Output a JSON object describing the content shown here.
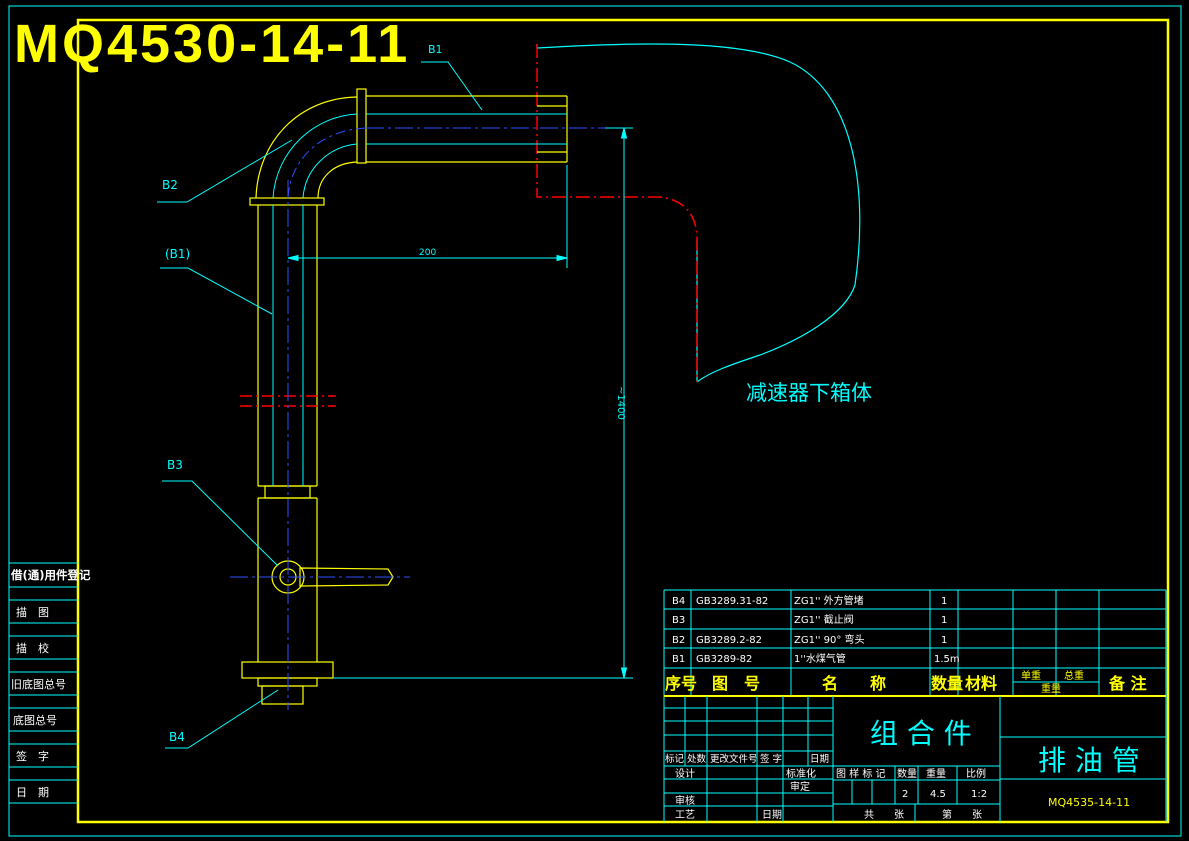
{
  "title_top": "MQ4530-14-11",
  "callouts": {
    "b1_top": "B1",
    "b2": "B2",
    "b1_paren": "(B1)",
    "b3": "B3",
    "b4": "B4"
  },
  "dimensions": {
    "horizontal": "200",
    "vertical": "~1400"
  },
  "reducer_label": "减速器下箱体",
  "left_strip": {
    "title": "借(通)用件登记",
    "rows": [
      "描　图",
      "描　校",
      "旧底图总号",
      "底图总号",
      "签　字",
      "日　期"
    ]
  },
  "parts_list": {
    "rows": [
      {
        "no": "B4",
        "drawing": "GB3289.31-82",
        "name": "ZG1'' 外方管堵",
        "qty": "1"
      },
      {
        "no": "B3",
        "drawing": "",
        "name": "ZG1'' 截止阀",
        "qty": "1"
      },
      {
        "no": "B2",
        "drawing": "GB3289.2-82",
        "name": "ZG1'' 90° 弯头",
        "qty": "1"
      },
      {
        "no": "B1",
        "drawing": "GB3289-82",
        "name": "1''水煤气管",
        "qty": "1.5m"
      }
    ],
    "header": {
      "no": "序号",
      "drawing": "图　号",
      "name": "名　　称",
      "qty": "数量",
      "material": "材料",
      "weight_unit": "单重",
      "weight_total": "总重",
      "weight": "重量",
      "remark": "备 注"
    }
  },
  "title_block": {
    "assembly": "组 合 件",
    "part_name": "排 油 管",
    "drawing_no": "MQ4535-14-11",
    "rev_headers": [
      "标记",
      "处数",
      "更改文件号",
      "签 字",
      "日期"
    ],
    "design": "设计",
    "standard": "标准化",
    "review": "审定",
    "check": "审核",
    "process": "工艺",
    "date": "日期",
    "stage_header": "图 样 标 记",
    "qty_header": "数量",
    "weight_header": "重量",
    "scale_header": "比例",
    "qty_value": "2",
    "weight_value": "4.5",
    "scale_value": "1:2",
    "total_sheets": "共　　张",
    "sheet_no": "第　　张"
  },
  "colors": {
    "frame": "#ffff00",
    "line": "#00ffff",
    "centerline": "#3050ff",
    "cut": "#ff0000",
    "background": "#000000"
  }
}
